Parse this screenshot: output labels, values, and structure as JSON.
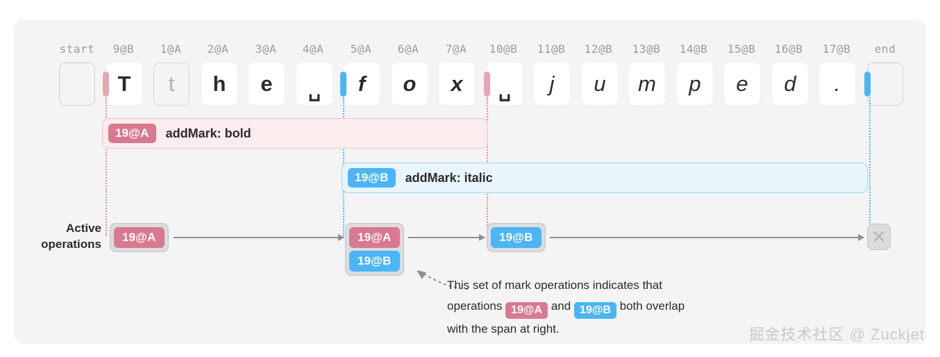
{
  "panel": {
    "background": "#f4f4f5"
  },
  "colors": {
    "pink": "#d9798f",
    "pink_caret": "#e9a5b2",
    "pink_bar_bg": "#fbeced",
    "pink_bar_border": "#eec3c9",
    "blue": "#4bb5f5",
    "blue_caret": "#49b6f3",
    "blue_bar_bg": "#e8f5fd",
    "blue_bar_border": "#9ed5f4",
    "gray_box": "#dcdcdf",
    "text": "#2b2b2d",
    "muted": "#9b9b9f"
  },
  "sequence": {
    "headers": [
      "start",
      "9@B",
      "1@A",
      "2@A",
      "3@A",
      "4@A",
      "5@A",
      "6@A",
      "7@A",
      "10@B",
      "11@B",
      "12@B",
      "13@B",
      "14@B",
      "15@B",
      "16@B",
      "17@B",
      "end"
    ],
    "cells": [
      {
        "char": "",
        "kind": "empty",
        "style": "plain"
      },
      {
        "char": "T",
        "kind": "text",
        "style": "bold"
      },
      {
        "char": "t",
        "kind": "tombstone",
        "style": "plain"
      },
      {
        "char": "h",
        "kind": "text",
        "style": "bold"
      },
      {
        "char": "e",
        "kind": "text",
        "style": "bold"
      },
      {
        "char": "␣",
        "kind": "space",
        "style": "bold"
      },
      {
        "char": "f",
        "kind": "text",
        "style": "bold-italic"
      },
      {
        "char": "o",
        "kind": "text",
        "style": "bold-italic"
      },
      {
        "char": "x",
        "kind": "text",
        "style": "bold-italic"
      },
      {
        "char": "␣",
        "kind": "space",
        "style": "italic"
      },
      {
        "char": "j",
        "kind": "text",
        "style": "italic"
      },
      {
        "char": "u",
        "kind": "text",
        "style": "italic"
      },
      {
        "char": "m",
        "kind": "text",
        "style": "italic"
      },
      {
        "char": "p",
        "kind": "text",
        "style": "italic"
      },
      {
        "char": "e",
        "kind": "text",
        "style": "italic"
      },
      {
        "char": "d",
        "kind": "text",
        "style": "italic"
      },
      {
        "char": ".",
        "kind": "text",
        "style": "italic"
      },
      {
        "char": "",
        "kind": "empty",
        "style": "plain"
      }
    ]
  },
  "marks": [
    {
      "id": "19@A",
      "label": "addMark: bold",
      "color": "pink"
    },
    {
      "id": "19@B",
      "label": "addMark: italic",
      "color": "blue"
    }
  ],
  "active_operations": {
    "label_line1": "Active",
    "label_line2": "operations",
    "groups": [
      {
        "badges": [
          "19@A"
        ],
        "colors": [
          "pink"
        ]
      },
      {
        "badges": [
          "19@A",
          "19@B"
        ],
        "colors": [
          "pink",
          "blue"
        ]
      },
      {
        "badges": [
          "19@B"
        ],
        "colors": [
          "blue"
        ]
      },
      {
        "badges": [],
        "colors": [],
        "icon": "close-x"
      }
    ]
  },
  "caption": {
    "part1": "This set of mark operations indicates that",
    "part2": "operations",
    "badge_a": "19@A",
    "joiner": "and",
    "badge_b": "19@B",
    "part3": "both overlap",
    "part4": "with the span at right."
  },
  "watermark": "掘金技术社区 @ Zuckjet"
}
